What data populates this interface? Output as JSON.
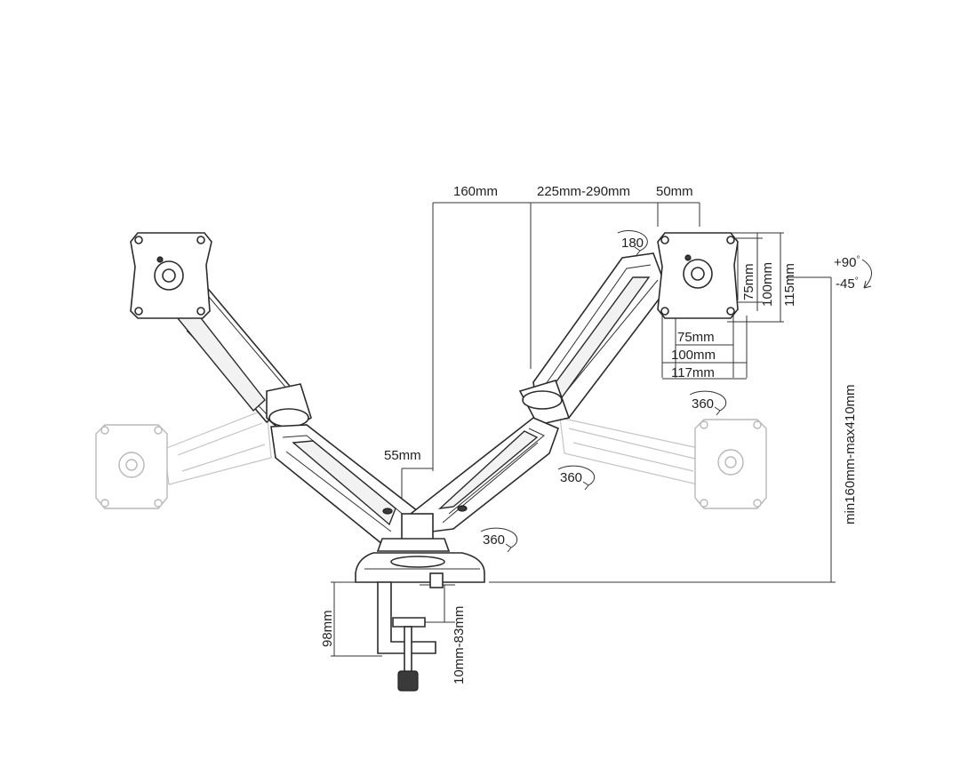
{
  "dimensions": {
    "arm_reach": "160mm",
    "arm_extension": "225mm-290mm",
    "tray_offset": "50mm",
    "pole_width": "55mm",
    "vesa_height_75": "75mm",
    "vesa_height_100": "100mm",
    "plate_height": "115mm",
    "vesa_width_75": "75mm",
    "vesa_width_100": "100mm",
    "plate_width": "117mm",
    "height_range": "min160mm-max410mm",
    "clamp_height": "98mm",
    "desk_thickness": "10mm-83mm"
  },
  "rotations": {
    "head_rotation": "180",
    "vertical_rotation": "360",
    "arm_rotation": "360",
    "base_rotation": "360"
  },
  "tilt": {
    "up": "+90",
    "down": "-45",
    "unit": "°"
  },
  "icons": {
    "rotation_arrow": "circular-arrow-icon",
    "tilt_arrow": "curved-tilt-arrow-icon"
  }
}
